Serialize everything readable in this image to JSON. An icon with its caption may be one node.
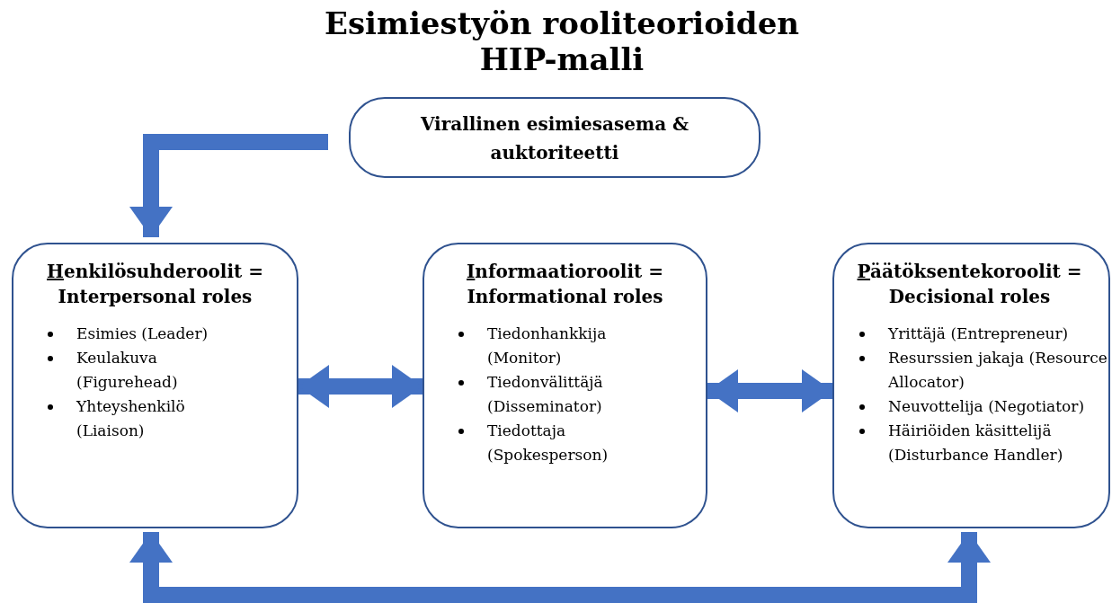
{
  "diagram": {
    "title": "Esimiestyön rooliteorioiden HIP-malli",
    "nodes": [
      {
        "text": [
          "Virallinen esimiesasema & auktoriteetti"
        ]
      },
      {
        "text": [
          "Henkilösuhderoolit = Interpersonal roles",
          "Esimies (Leader)",
          "Keulakuva (Figurehead)",
          "Yhteyshenkilö (Liaison)"
        ]
      },
      {
        "text": [
          "Informaatioroolit = Informational roles",
          "Tiedonhankkija (Monitor)",
          "Tiedonvälittäjä (Disseminator)",
          "Tiedottaja (Spokesperson)"
        ]
      },
      {
        "text": [
          "Päätöksentekoroolit = Decisional roles",
          "Yrittäjä (Entrepreneur)",
          "Resurssien jakaja (Resource Allocator)",
          "Neuvottelija (Negotiator)",
          "Häiriöiden käsittelijä (Disturbance Handler)"
        ]
      }
    ],
    "edges": [
      {
        "from": 0,
        "to": 1,
        "arrow": "to"
      },
      {
        "from": 1,
        "to": 2,
        "arrow": "both"
      },
      {
        "from": 2,
        "to": 3,
        "arrow": "both"
      },
      {
        "from": 1,
        "to": 3,
        "arrow": "both"
      }
    ]
  }
}
